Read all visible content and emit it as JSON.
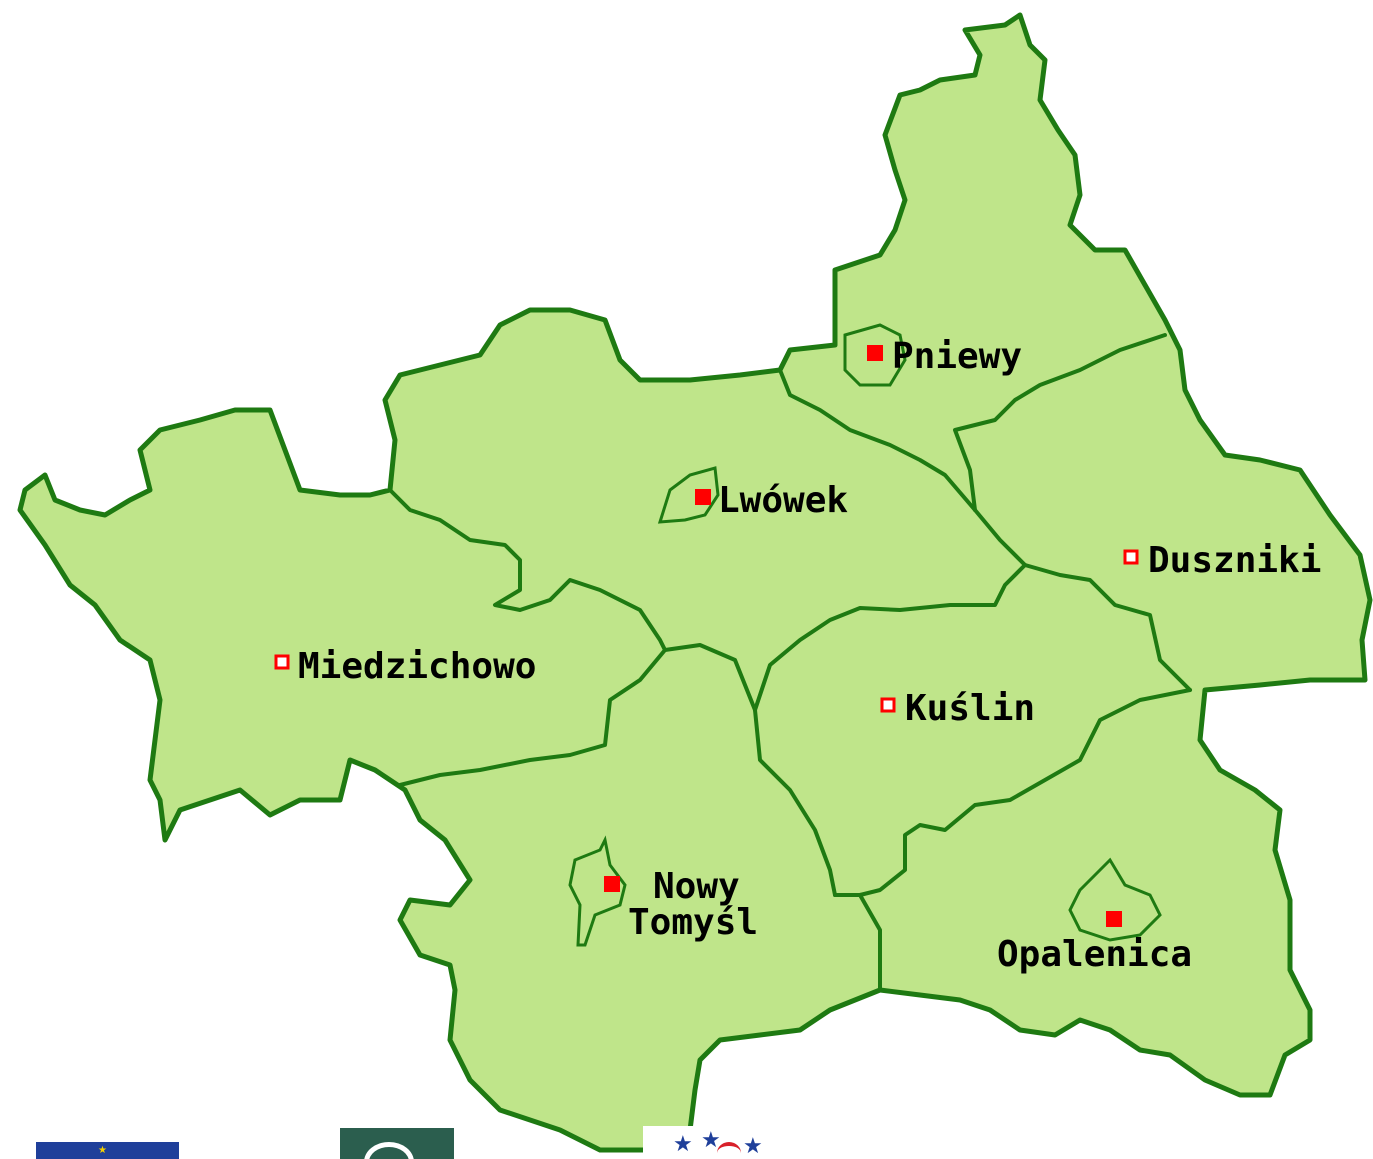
{
  "colors": {
    "region_fill": "#bfe58a",
    "border": "#1e7a12",
    "seat_marker": "#ff0000",
    "label": "#000000"
  },
  "towns": [
    {
      "name": "Pniewy",
      "marker": "filled"
    },
    {
      "name": "Lwówek",
      "marker": "filled"
    },
    {
      "name": "Duszniki",
      "marker": "hollow"
    },
    {
      "name": "Miedzichowo",
      "marker": "hollow"
    },
    {
      "name": "Kuślin",
      "marker": "hollow"
    },
    {
      "name": "Nowy",
      "marker": "filled"
    },
    {
      "name": "Tomyśl",
      "marker": "none"
    },
    {
      "name": "Opalenica",
      "marker": "filled"
    }
  ],
  "logos": [
    "eu-flag-logo",
    "leader-logo",
    "stars-logo"
  ]
}
